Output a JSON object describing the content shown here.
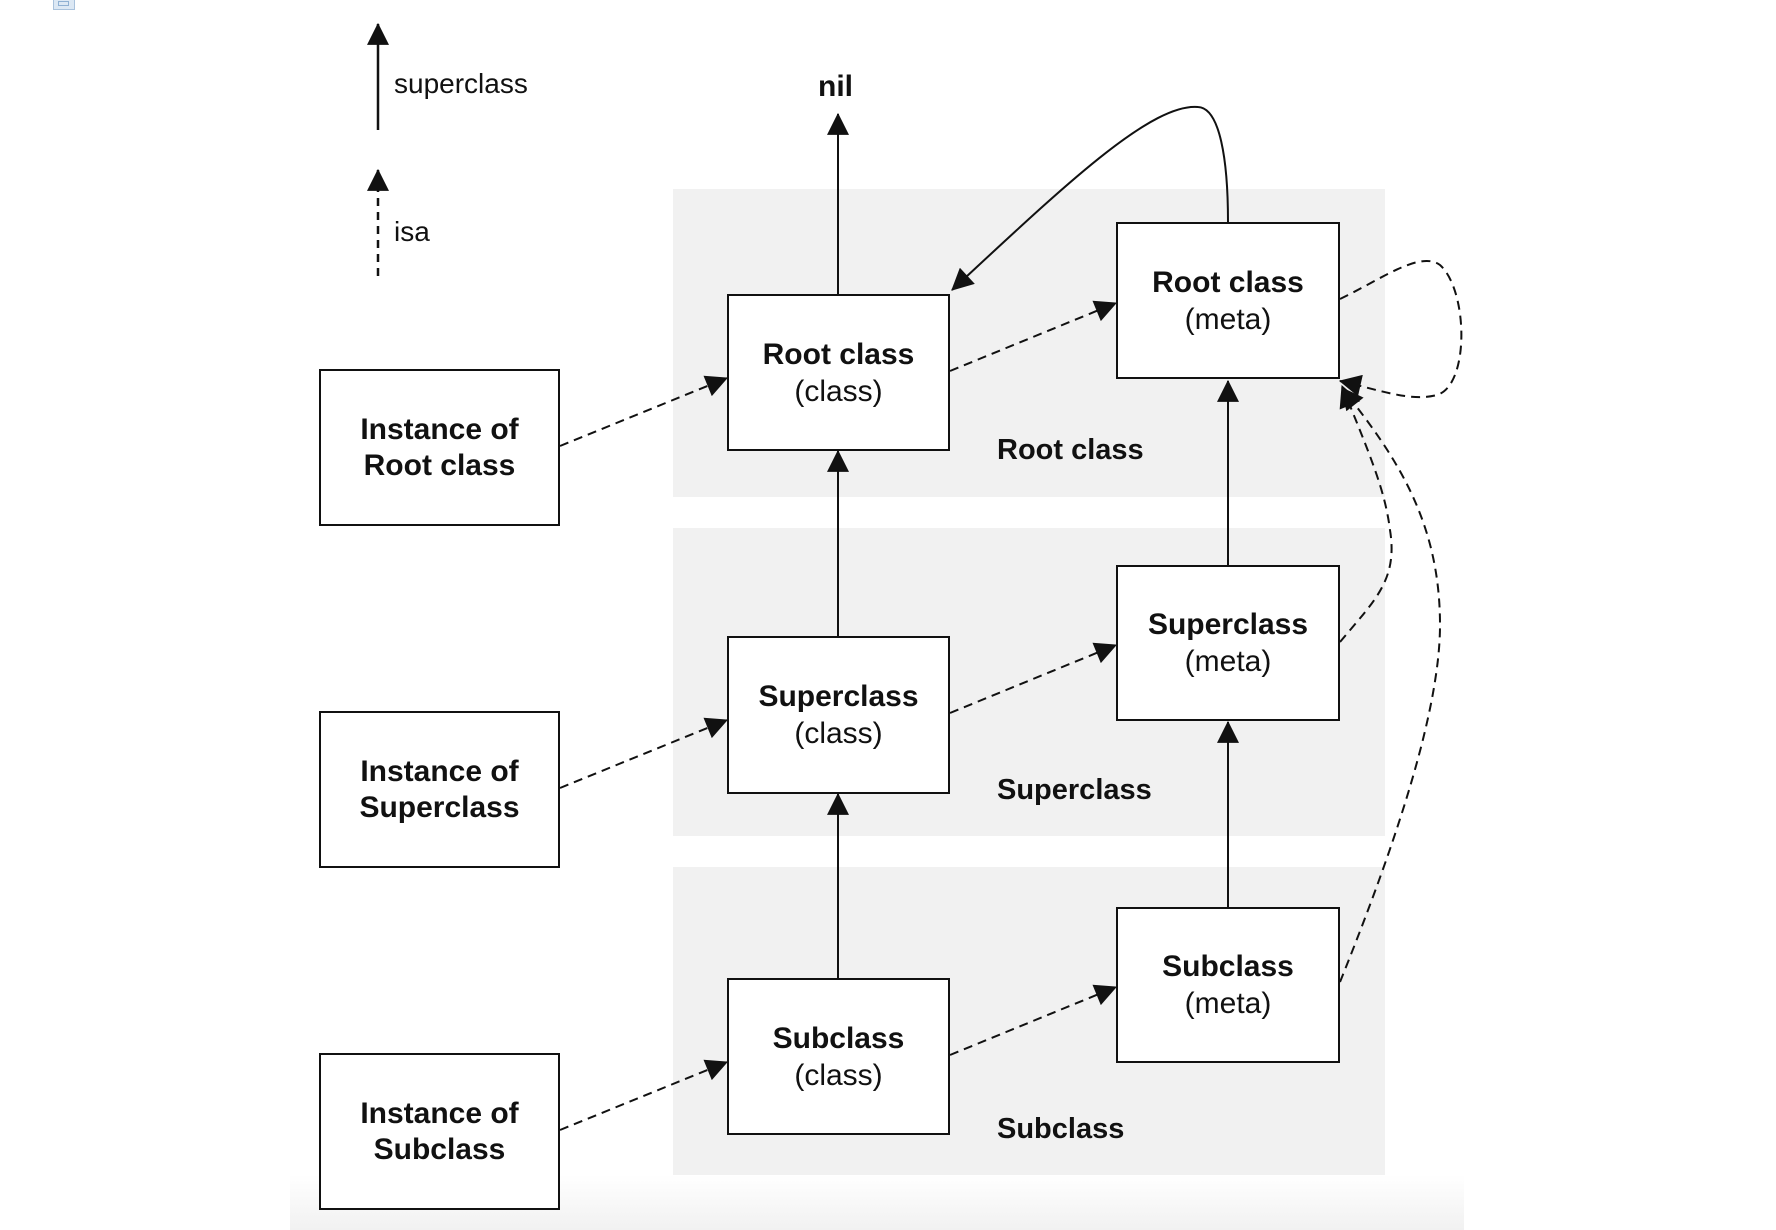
{
  "legend": {
    "superclass_label": "superclass",
    "isa_label": "isa"
  },
  "nil_label": "nil",
  "bands": {
    "root": "Root class",
    "superclass": "Superclass",
    "subclass": "Subclass"
  },
  "nodes": {
    "instance_root": {
      "line1": "Instance of",
      "line2": "Root class"
    },
    "instance_super": {
      "line1": "Instance of",
      "line2": "Superclass"
    },
    "instance_sub": {
      "line1": "Instance of",
      "line2": "Subclass"
    },
    "root_class": {
      "name": "Root class",
      "kind": "(class)"
    },
    "root_meta": {
      "name": "Root class",
      "kind": "(meta)"
    },
    "super_class": {
      "name": "Superclass",
      "kind": "(class)"
    },
    "super_meta": {
      "name": "Superclass",
      "kind": "(meta)"
    },
    "sub_class": {
      "name": "Subclass",
      "kind": "(class)"
    },
    "sub_meta": {
      "name": "Subclass",
      "kind": "(meta)"
    }
  },
  "colors": {
    "band_fill": "#f1f1f1",
    "stroke": "#111111"
  }
}
